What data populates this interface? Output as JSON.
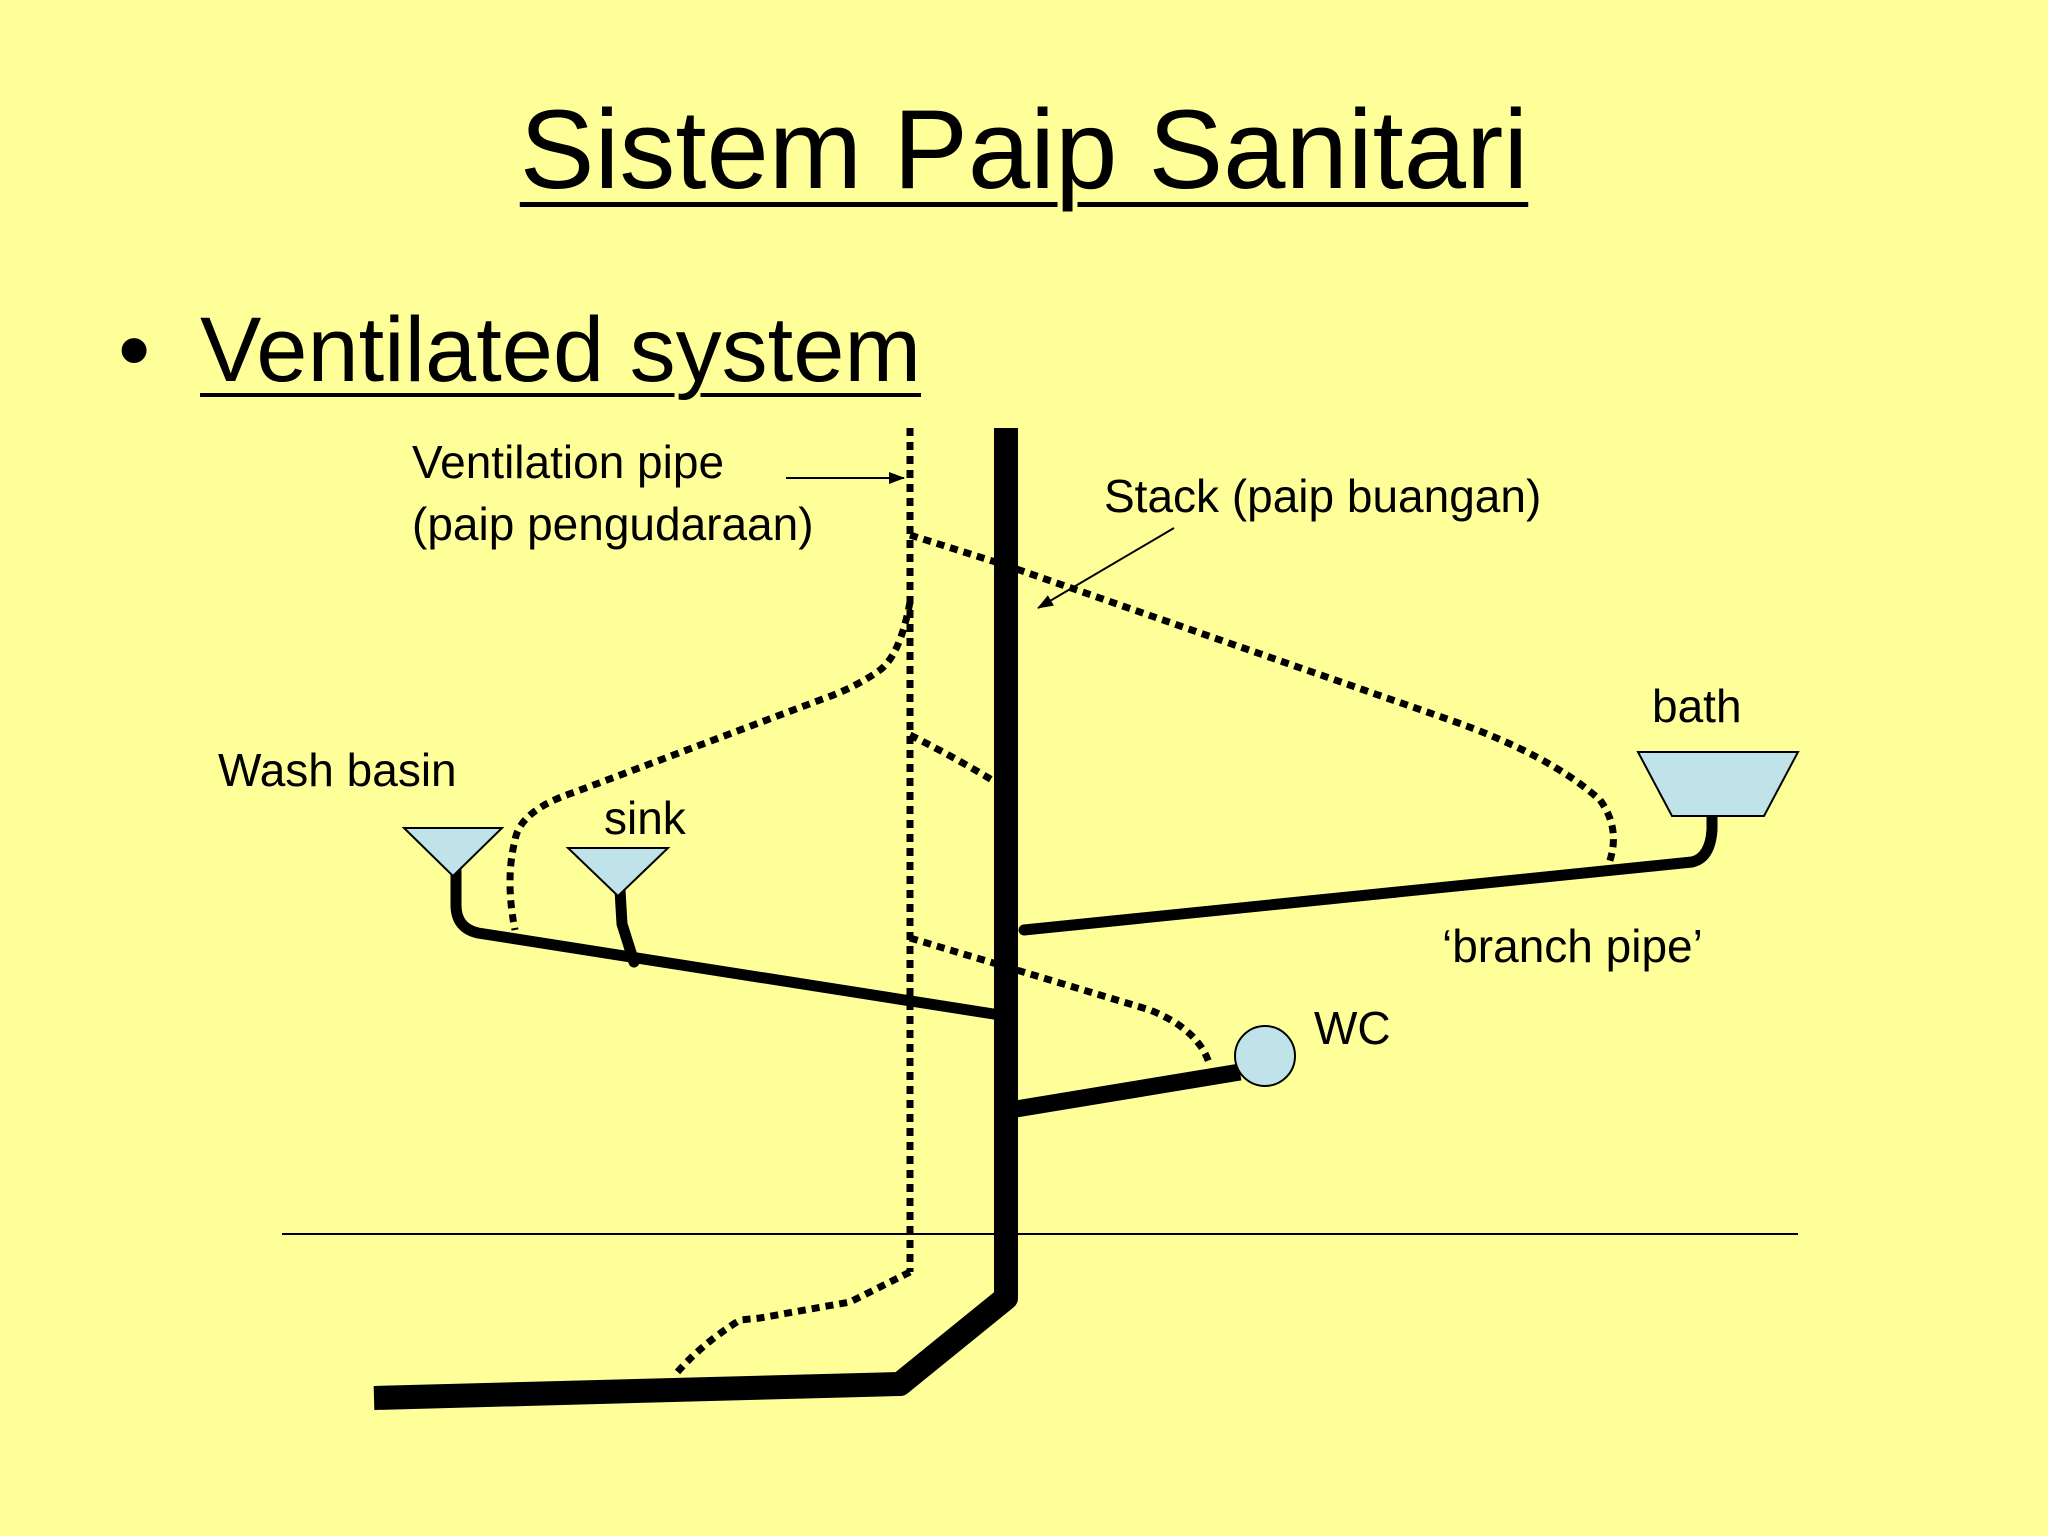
{
  "title": "Sistem Paip Sanitari",
  "bullet": {
    "symbol": "•",
    "text": "Ventilated system"
  },
  "labels": {
    "ventilation_pipe_1": "Ventilation pipe",
    "ventilation_pipe_2": "(paip pengudaraan)",
    "stack": "Stack (paip buangan)",
    "bath": "bath",
    "wash_basin": "Wash basin",
    "sink": "sink",
    "branch_pipe": "‘branch pipe’",
    "wc": "WC"
  },
  "colors": {
    "background": "#ffff99",
    "fixture_fill": "#bfe3e8",
    "pipe": "#000000"
  }
}
